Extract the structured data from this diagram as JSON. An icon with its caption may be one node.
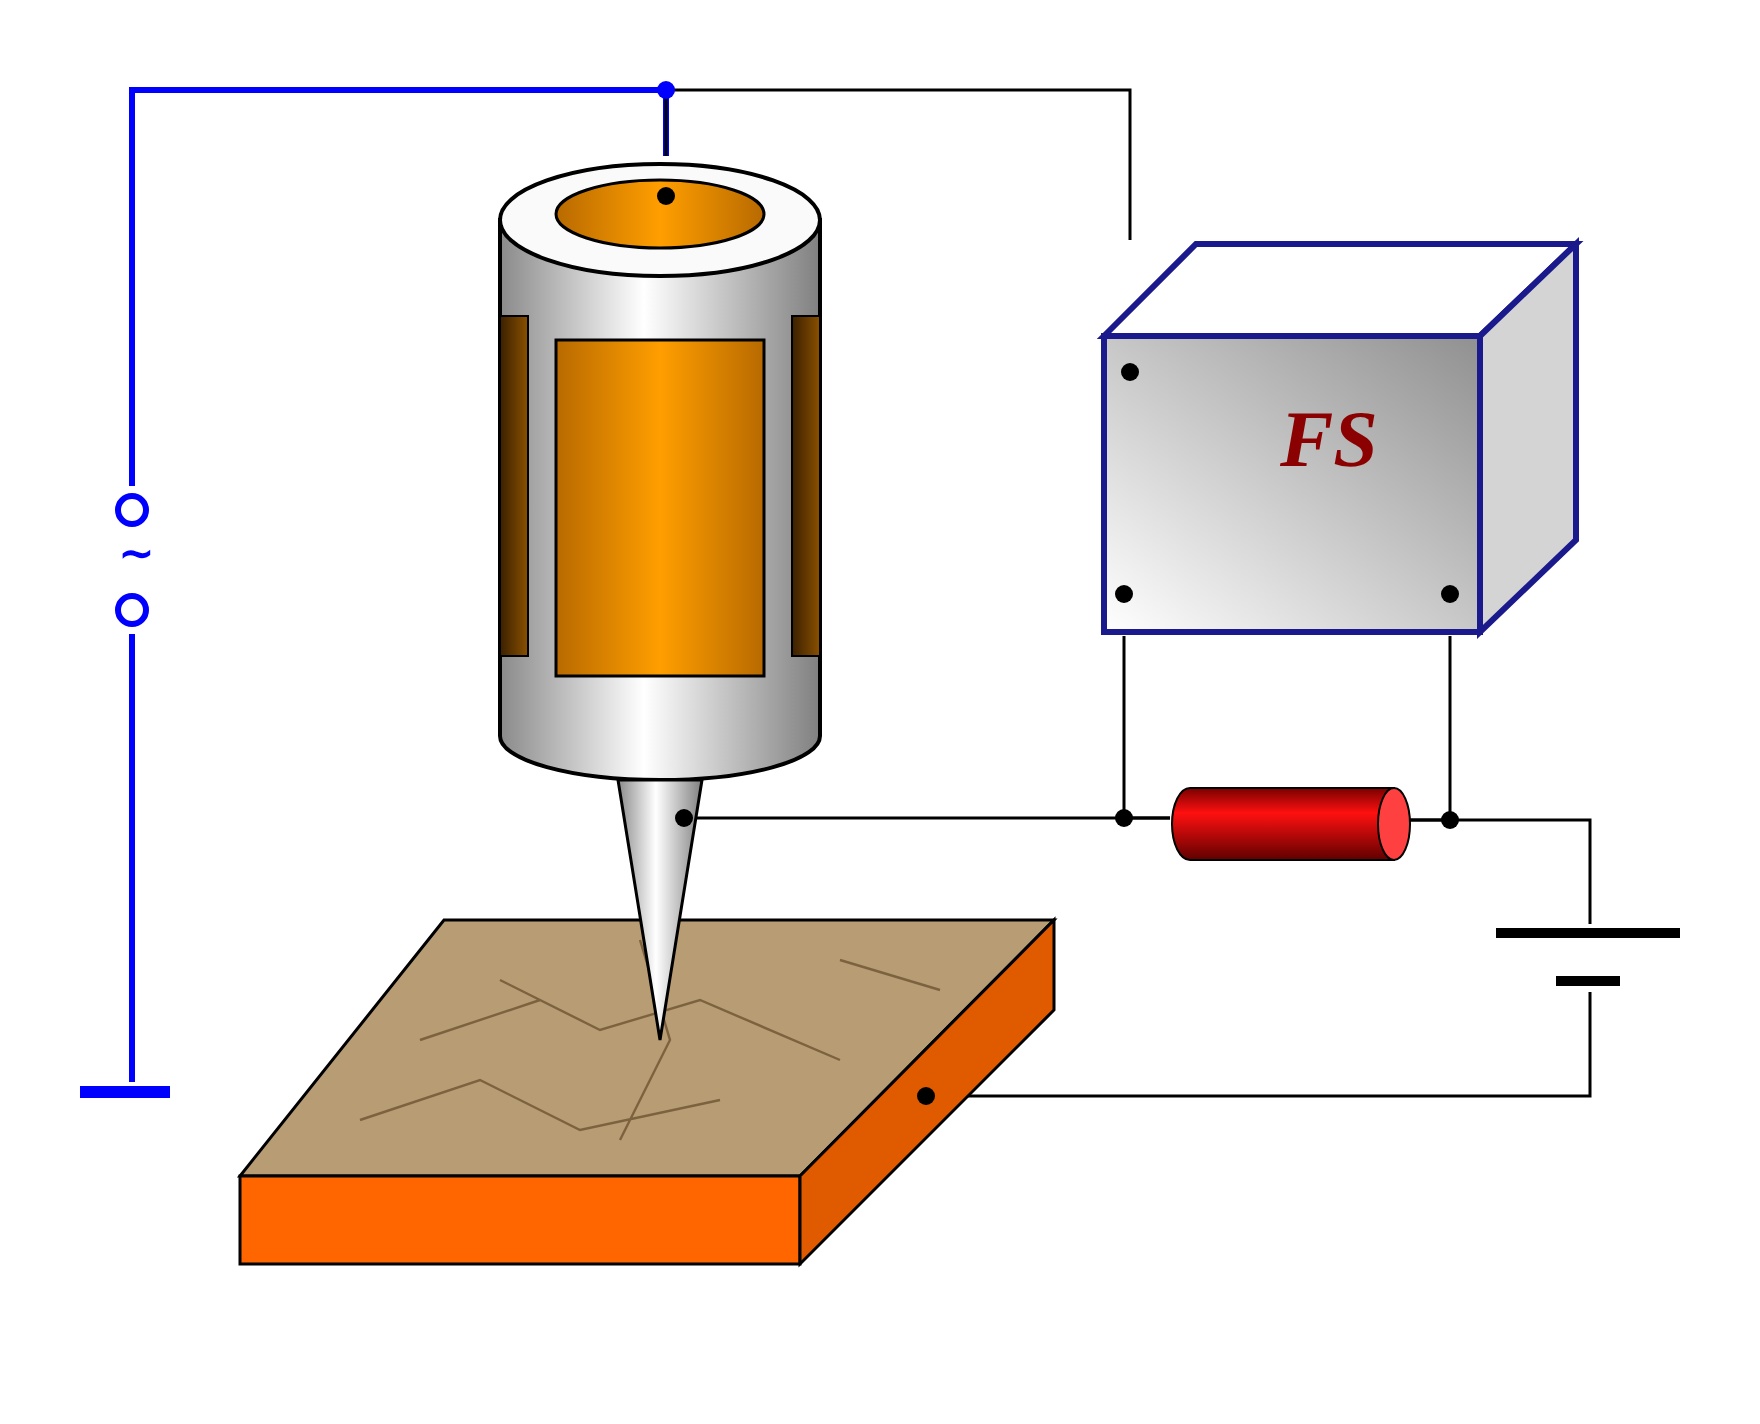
{
  "diagram": {
    "nodes": [
      {
        "text": [
          "FS"
        ]
      },
      {
        "text": [
          "~"
        ]
      },
      {
        "text": [],
        "shape": "picture"
      },
      {
        "text": [],
        "shape": "picture"
      },
      {
        "text": [],
        "shape": "picture"
      },
      {
        "text": [],
        "shape": "picture"
      },
      {
        "text": [],
        "shape": "picture"
      },
      {
        "text": [],
        "shape": "bar"
      }
    ],
    "edges": [
      {
        "from": 1,
        "to": 2,
        "arrow": "none",
        "style": "thick",
        "color": "#0000ff"
      },
      {
        "from": 1,
        "to": 7,
        "arrow": "none",
        "style": "thick",
        "color": "#0000ff"
      },
      {
        "from": 2,
        "to": 0,
        "arrow": "none"
      },
      {
        "from": 3,
        "to": 5,
        "arrow": "none"
      },
      {
        "from": 0,
        "to": 5,
        "arrow": "none"
      },
      {
        "from": 0,
        "to": 5,
        "arrow": "none"
      },
      {
        "from": 5,
        "to": 6,
        "arrow": "none"
      },
      {
        "from": 6,
        "to": 4,
        "arrow": "none"
      }
    ]
  }
}
